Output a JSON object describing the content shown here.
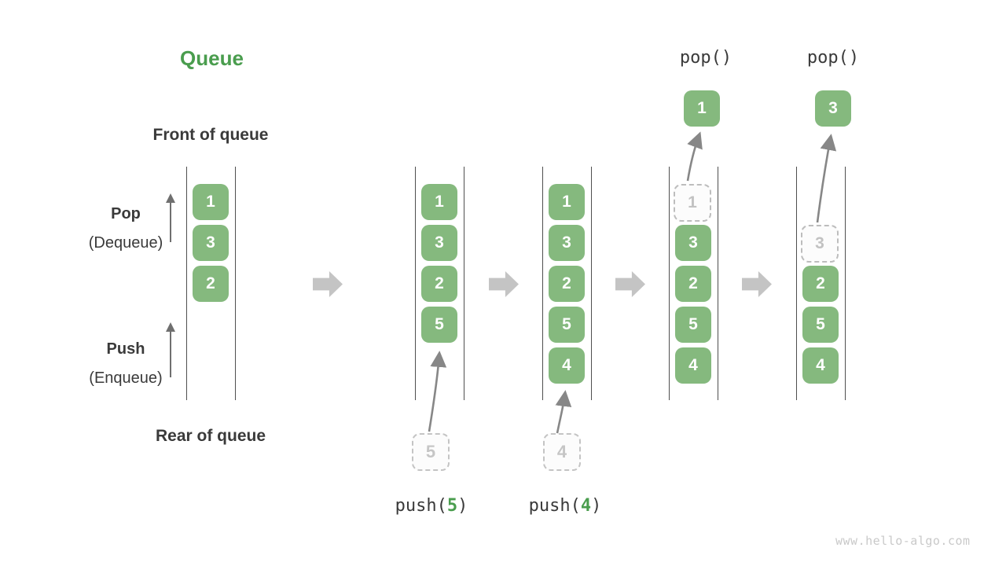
{
  "title": "Queue",
  "labels": {
    "front": "Front of queue",
    "rear": "Rear of queue",
    "pop": "Pop",
    "pop_sub": "(Dequeue)",
    "push": "Push",
    "push_sub": "(Enqueue)"
  },
  "operations": {
    "pop1": "pop()",
    "pop2": "pop()",
    "push1": {
      "pre": "push(",
      "arg": "5",
      "post": ")"
    },
    "push2": {
      "pre": "push(",
      "arg": "4",
      "post": ")"
    }
  },
  "queues": [
    {
      "slots": [
        "1",
        "3",
        "2"
      ]
    },
    {
      "slots": [
        "1",
        "3",
        "2",
        "5"
      ],
      "incoming": "5"
    },
    {
      "slots": [
        "1",
        "3",
        "2",
        "5",
        "4"
      ],
      "incoming": "4"
    },
    {
      "ghost": "1",
      "slots": [
        "3",
        "2",
        "5",
        "4"
      ],
      "popped": "1"
    },
    {
      "ghost": "3",
      "slots": [
        "2",
        "5",
        "4"
      ],
      "popped": "3"
    }
  ],
  "watermark": "www.hello-algo.com",
  "colors": {
    "accent_green": "#4a9d4e",
    "box_green": "#85b97e",
    "text_dark": "#3a3a3a",
    "ghost_gray": "#c2c2c2",
    "curve_arrow_gray": "#878787",
    "block_arrow_gray": "#c4c4c4"
  }
}
